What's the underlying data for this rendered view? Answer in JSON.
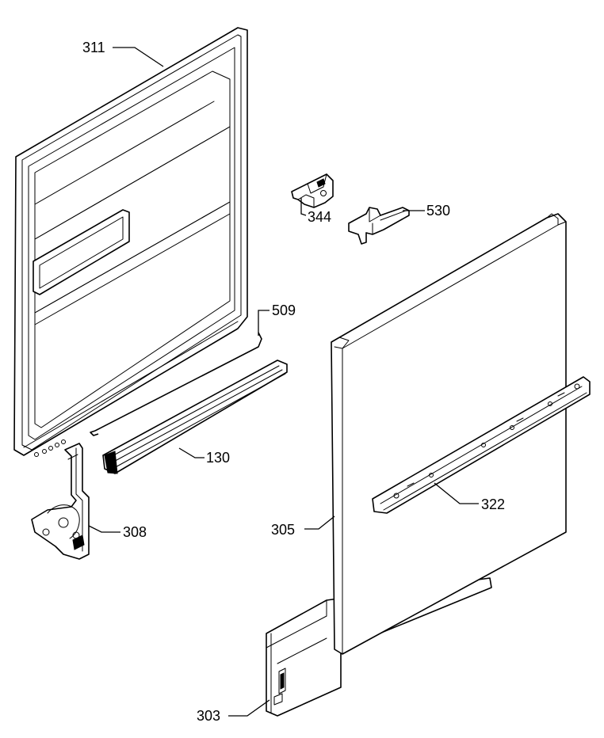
{
  "callouts": {
    "c311": "311",
    "c344": "344",
    "c530": "530",
    "c509": "509",
    "c130": "130",
    "c308": "308",
    "c305": "305",
    "c322": "322",
    "c303": "303"
  }
}
